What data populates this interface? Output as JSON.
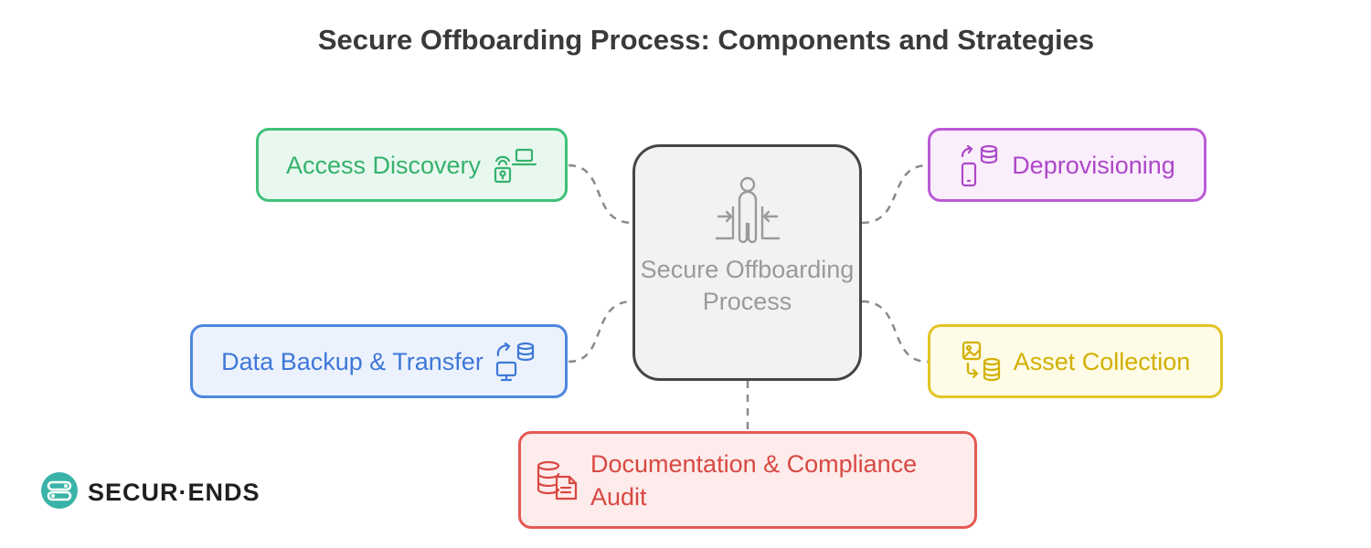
{
  "title": "Secure Offboarding Process: Components and Strategies",
  "center": {
    "label": "Secure Offboarding Process",
    "icon": "person-arrows-icon"
  },
  "nodes": {
    "access_discovery": {
      "label": "Access Discovery",
      "icon": "lock-wifi-laptop-icon",
      "color": "#3fc07a"
    },
    "deprovisioning": {
      "label": "Deprovisioning",
      "icon": "phone-database-sync-icon",
      "color": "#bb5bd6"
    },
    "data_backup": {
      "label": "Data Backup & Transfer",
      "icon": "monitor-database-transfer-icon",
      "color": "#4f86df"
    },
    "asset_collection": {
      "label": "Asset Collection",
      "icon": "image-database-icon",
      "color": "#e2c526"
    },
    "documentation": {
      "label": "Documentation & Compliance Audit",
      "icon": "database-document-icon",
      "color": "#e45a54"
    }
  },
  "logo": {
    "text": "SECUR·ENDS",
    "icon": "securends-logo-icon",
    "color": "#39b3a7"
  },
  "colors": {
    "center_border": "#454545",
    "connector": "#8a8a8a"
  }
}
